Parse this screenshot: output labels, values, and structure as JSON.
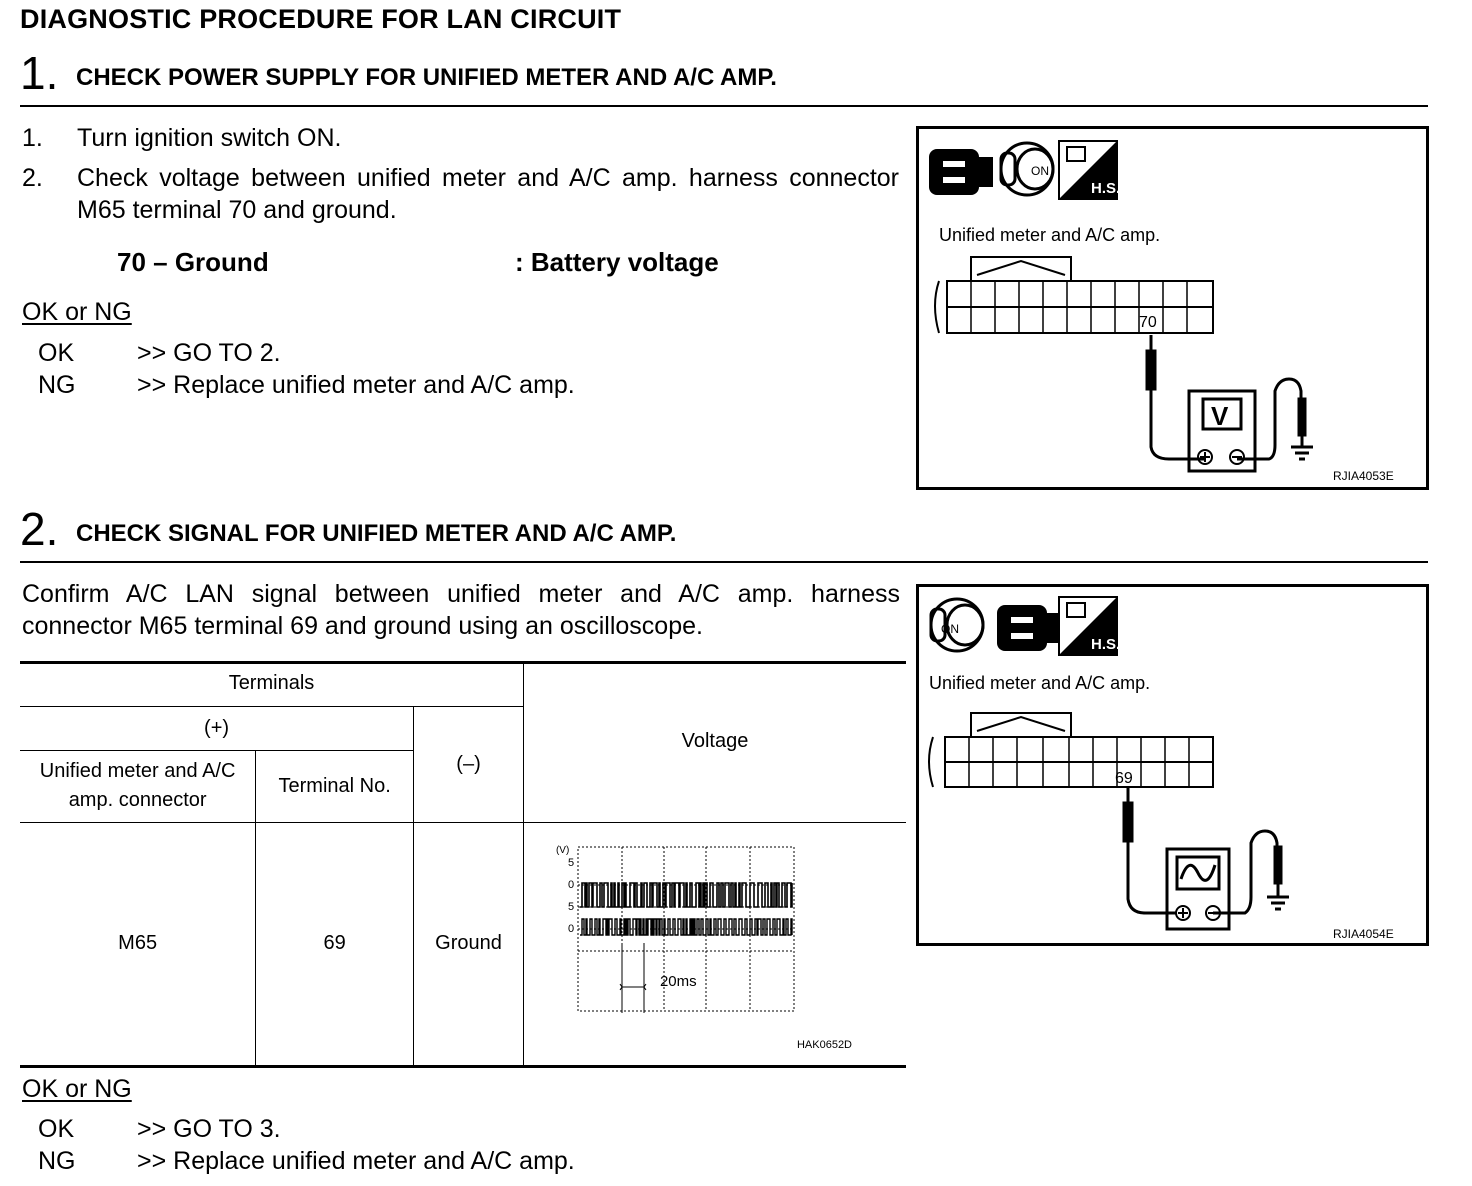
{
  "page_title": "DIAGNOSTIC PROCEDURE FOR LAN CIRCUIT",
  "step1": {
    "number": "1.",
    "title": "CHECK POWER SUPPLY FOR UNIFIED METER AND A/C AMP.",
    "instructions": [
      {
        "num": "1.",
        "text": "Turn ignition switch ON."
      },
      {
        "num": "2.",
        "text": "Check voltage between unified meter and A/C amp. harness connector M65 terminal 70 and ground."
      }
    ],
    "spec_left": "70 – Ground",
    "spec_right": ": Battery voltage",
    "result_header": "OK or NG",
    "results": [
      {
        "key": "OK",
        "action": ">> GO TO 2."
      },
      {
        "key": "NG",
        "action": ">> Replace unified meter and A/C amp."
      }
    ],
    "figure": {
      "caption": "Unified meter and A/C amp.",
      "terminal": "70",
      "meter_label": "V",
      "icon_key": "ON",
      "icon_hs": "H.S.",
      "figure_id": "RJIA4053E"
    }
  },
  "step2": {
    "number": "2.",
    "title": "CHECK SIGNAL FOR UNIFIED METER AND A/C AMP.",
    "description": "Confirm A/C LAN signal between unified meter and A/C amp. harness connector M65 terminal 69 and ground using an oscilloscope.",
    "table": {
      "header_terminals": "Terminals",
      "header_plus": "(+)",
      "header_minus": "(–)",
      "header_voltage": "Voltage",
      "header_connector": "Unified meter and A/C amp. connector",
      "header_terminal_no": "Terminal No.",
      "row": {
        "connector": "M65",
        "terminal": "69",
        "minus": "Ground"
      },
      "waveform": {
        "unit": "(V)",
        "scale_labels": [
          "5",
          "0",
          "5",
          "0"
        ],
        "time_label": "20ms",
        "figure_id": "HAK0652D"
      }
    },
    "result_header": "OK or NG",
    "results": [
      {
        "key": "OK",
        "action": ">> GO TO 3."
      },
      {
        "key": "NG",
        "action": ">> Replace unified meter and A/C amp."
      }
    ],
    "figure": {
      "caption": "Unified meter and A/C amp.",
      "terminal": "69",
      "icon_key": "ON",
      "icon_hs": "H.S.",
      "figure_id": "RJIA4054E"
    }
  }
}
